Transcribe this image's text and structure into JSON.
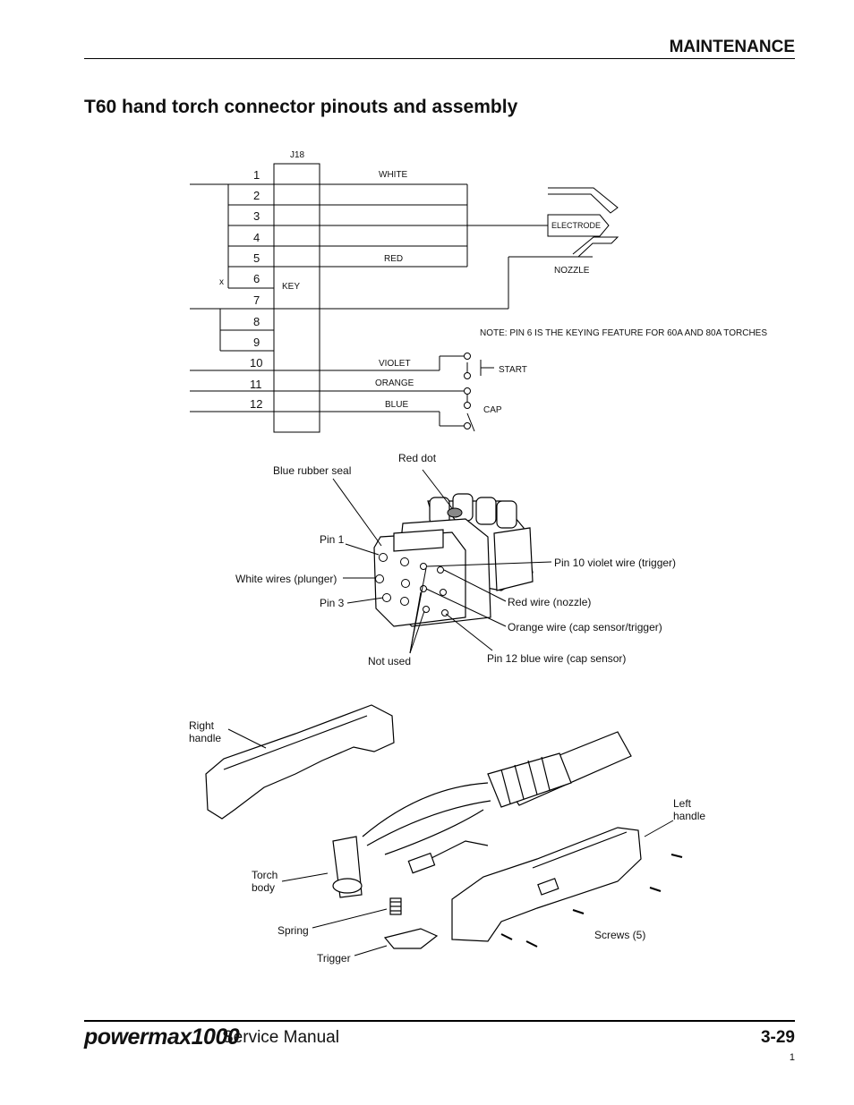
{
  "header": {
    "section": "MAINTENANCE"
  },
  "title": "T60 hand torch connector pinouts and assembly",
  "schematic": {
    "connector": "J18",
    "pins": [
      "1",
      "2",
      "3",
      "4",
      "5",
      "6",
      "7",
      "8",
      "9",
      "10",
      "11",
      "12"
    ],
    "wires": {
      "white": "WHITE",
      "red": "RED",
      "violet": "VIOLET",
      "orange": "ORANGE",
      "blue": "BLUE"
    },
    "key_label": "KEY",
    "x_mark": "X",
    "electrode": "ELECTRODE",
    "nozzle": "NOZZLE",
    "start": "START",
    "cap": "CAP",
    "note": "NOTE: PIN 6 IS THE KEYING FEATURE FOR 60A AND 80A TORCHES"
  },
  "connector_callouts": {
    "red_dot": "Red dot",
    "blue_seal": "Blue rubber seal",
    "pin1": "Pin 1",
    "white_wires": "White wires (plunger)",
    "pin3": "Pin 3",
    "pin10": "Pin 10 violet wire (trigger)",
    "red_wire": "Red wire (nozzle)",
    "orange_wire": "Orange wire (cap sensor/trigger)",
    "pin12": "Pin 12 blue wire (cap sensor)",
    "not_used": "Not used"
  },
  "assembly_callouts": {
    "right_handle_1": "Right",
    "right_handle_2": "handle",
    "left_handle_1": "Left",
    "left_handle_2": "handle",
    "torch_body_1": "Torch",
    "torch_body_2": "body",
    "spring": "Spring",
    "trigger": "Trigger",
    "screws": "Screws (5)"
  },
  "footer": {
    "brand": "powermax1000",
    "manual": "Service Manual",
    "page": "3-29",
    "sheet": "1"
  }
}
